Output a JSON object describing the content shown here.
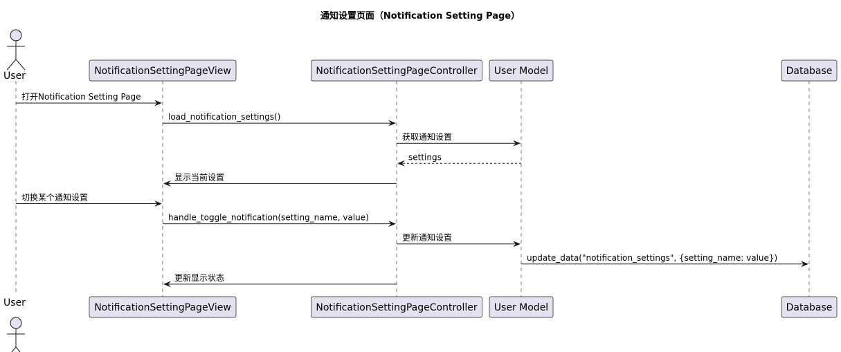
{
  "title": "通知设置页面（Notification Setting Page）",
  "participants": [
    {
      "id": "user",
      "label": "User",
      "kind": "actor"
    },
    {
      "id": "view",
      "label": "NotificationSettingPageView",
      "kind": "participant"
    },
    {
      "id": "controller",
      "label": "NotificationSettingPageController",
      "kind": "participant"
    },
    {
      "id": "model",
      "label": "User Model",
      "kind": "participant"
    },
    {
      "id": "database",
      "label": "Database",
      "kind": "participant"
    }
  ],
  "messages": [
    {
      "from": "user",
      "to": "view",
      "label": "打开Notification Setting Page",
      "style": "solid"
    },
    {
      "from": "view",
      "to": "controller",
      "label": "load_notification_settings()",
      "style": "solid"
    },
    {
      "from": "controller",
      "to": "model",
      "label": "获取通知设置",
      "style": "solid"
    },
    {
      "from": "model",
      "to": "controller",
      "label": "settings",
      "style": "dashed"
    },
    {
      "from": "controller",
      "to": "view",
      "label": "显示当前设置",
      "style": "solid"
    },
    {
      "from": "user",
      "to": "view",
      "label": "切换某个通知设置",
      "style": "solid"
    },
    {
      "from": "view",
      "to": "controller",
      "label": "handle_toggle_notification(setting_name, value)",
      "style": "solid"
    },
    {
      "from": "controller",
      "to": "model",
      "label": "更新通知设置",
      "style": "solid"
    },
    {
      "from": "model",
      "to": "database",
      "label": "update_data(\"notification_settings\", {setting_name: value})",
      "style": "solid"
    },
    {
      "from": "controller",
      "to": "view",
      "label": "更新显示状态",
      "style": "solid"
    }
  ],
  "colors": {
    "participant_fill": "#E2E2F0",
    "stroke": "#181818"
  }
}
